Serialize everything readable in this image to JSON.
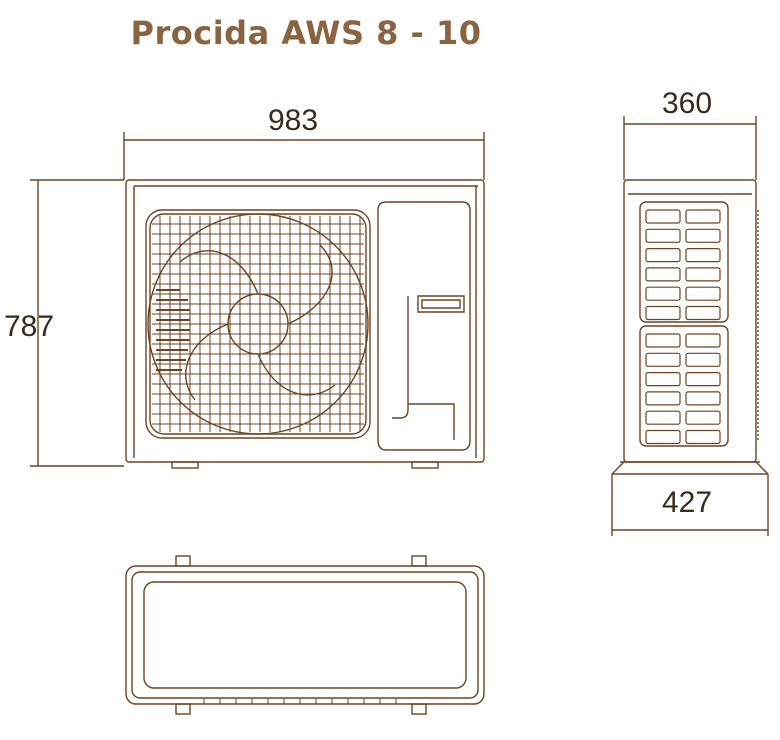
{
  "title": "Procida AWS 8 - 10",
  "dimensions": {
    "width": "983",
    "height": "787",
    "side_depth_top": "360",
    "side_depth_bottom": "427"
  },
  "colors": {
    "title": "#8a6440",
    "line": "#6b4423",
    "dim_text": "#3a2a1a"
  }
}
